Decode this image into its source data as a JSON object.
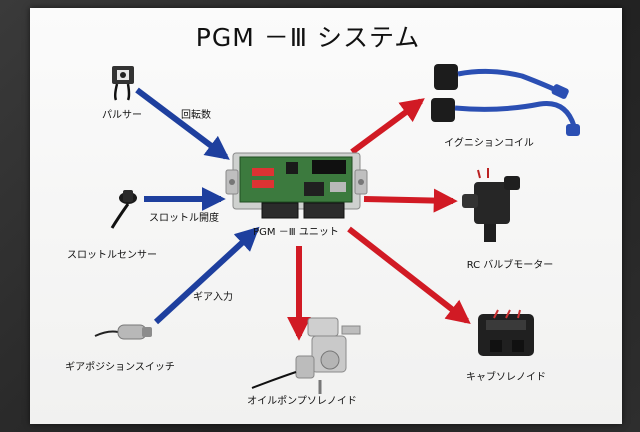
{
  "title": "PGM －Ⅲ システム",
  "colors": {
    "input_arrow": "#1e3f9e",
    "output_arrow": "#d11a24",
    "board": "#f6f6f5",
    "background": "#2a2a2a"
  },
  "center": {
    "label": "PGM －Ⅲ ユニット"
  },
  "inputs": [
    {
      "id": "pulser",
      "name": "パルサー",
      "signal": "回転数"
    },
    {
      "id": "throttle",
      "name": "スロットルセンサー",
      "signal": "スロットル開度"
    },
    {
      "id": "gear",
      "name": "ギアポジションスイッチ",
      "signal": "ギア入力"
    }
  ],
  "outputs": [
    {
      "id": "ignition",
      "name": "イグニションコイル"
    },
    {
      "id": "rc-valve",
      "name": "RC バルブモーター"
    },
    {
      "id": "carb",
      "name": "キャブソレノイド"
    },
    {
      "id": "oil-pump",
      "name": "オイルポンプソレノイド"
    }
  ]
}
